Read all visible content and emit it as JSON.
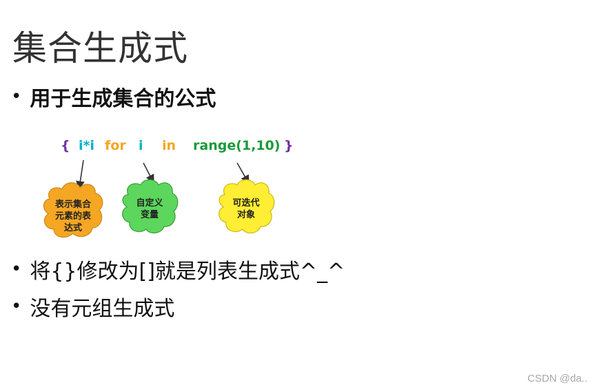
{
  "title": "集合生成式",
  "bullets": {
    "b1": "用于生成集合的公式",
    "b2": "将{}修改为[]就是列表生成式^_^",
    "b3": "没有元组生成式"
  },
  "bullet_symbol": "•",
  "code": {
    "open_brace": "{",
    "expr": "i*i",
    "for_kw": "for",
    "var": "i",
    "in_kw": "in",
    "range": "range(1,10)",
    "close_brace": "}"
  },
  "callouts": {
    "expr": [
      "表示集合",
      "元素的表",
      "达式"
    ],
    "var": [
      "自定义",
      "变量"
    ],
    "iter": [
      "可迭代",
      "对象"
    ]
  },
  "colors": {
    "brace": "#7030a0",
    "expr": "#00b0c8",
    "keyword": "#f5a623",
    "range": "#1a9a3a",
    "cloud_orange": "#f5a623",
    "cloud_green": "#5cd65c",
    "cloud_yellow": "#ffee33"
  },
  "watermark": "CSDN @da.."
}
